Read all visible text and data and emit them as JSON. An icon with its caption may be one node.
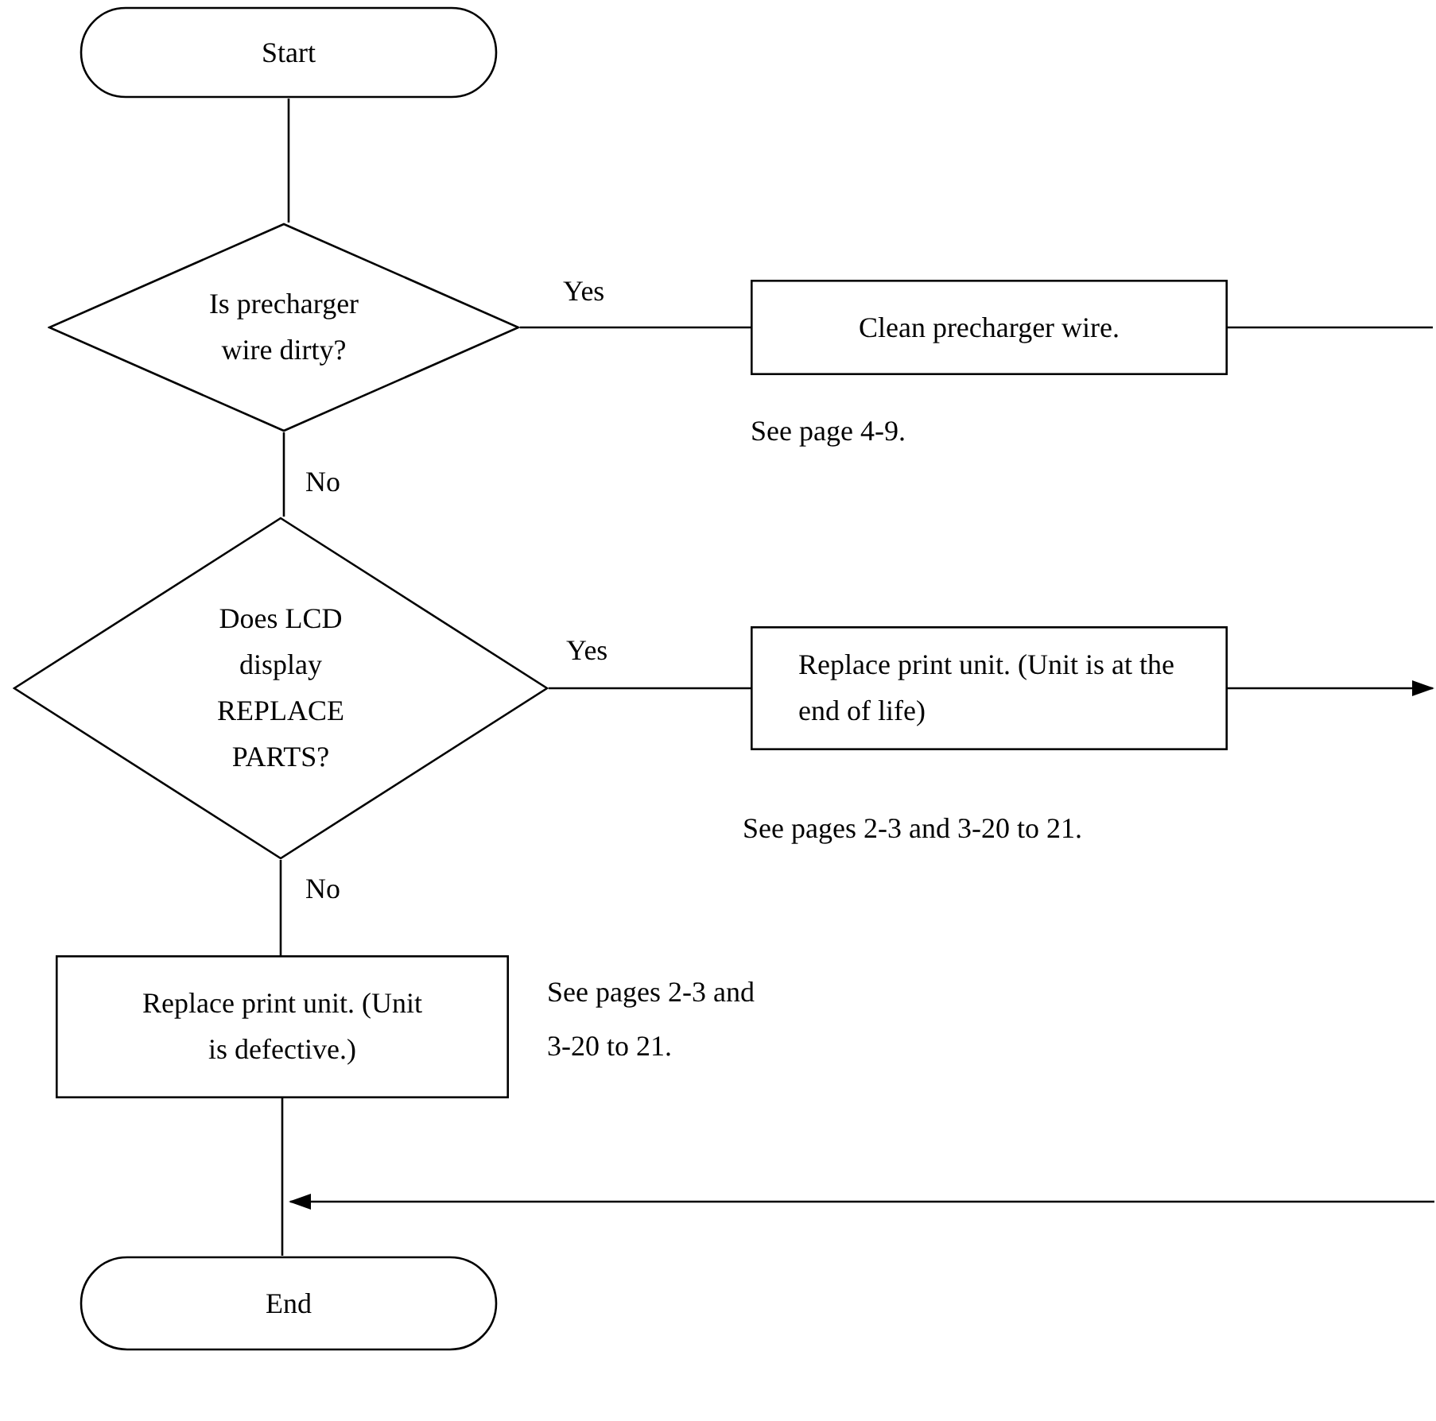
{
  "diagram": {
    "nodes": [
      {
        "text": [
          "Start"
        ]
      },
      {
        "text": [
          "Is precharger wire dirty?"
        ]
      },
      {
        "text": [
          "Clean precharger wire."
        ],
        "beside": [
          "See page 4-9."
        ]
      },
      {
        "text": [
          "Does LCD display REPLACE PARTS?"
        ]
      },
      {
        "text": [
          "Replace print unit. (Unit is at the end of life)"
        ],
        "beside": [
          "See pages 2-3 and 3-20 to 21."
        ]
      },
      {
        "text": [
          "Replace print unit. (Unit is defective.)"
        ],
        "beside": [
          "See pages 2-3 and 3-20 to 21."
        ]
      },
      {
        "text": [
          "End"
        ]
      }
    ],
    "edges": [
      {
        "from": 0,
        "to": 1,
        "arrow": "none"
      },
      {
        "from": 1,
        "to": 2,
        "arrow": "none",
        "label": "Yes"
      },
      {
        "from": 1,
        "to": 3,
        "arrow": "none",
        "label": "No"
      },
      {
        "from": 3,
        "to": 4,
        "arrow": "none",
        "label": "Yes"
      },
      {
        "from": 3,
        "to": 5,
        "arrow": "none",
        "label": "No"
      },
      {
        "from": 5,
        "to": 6,
        "arrow": "none"
      },
      {
        "from": 2,
        "to": null,
        "arrow": "none"
      },
      {
        "from": 4,
        "to": null,
        "arrow": "to"
      },
      {
        "from": null,
        "to": 6,
        "arrow": "to"
      }
    ]
  }
}
